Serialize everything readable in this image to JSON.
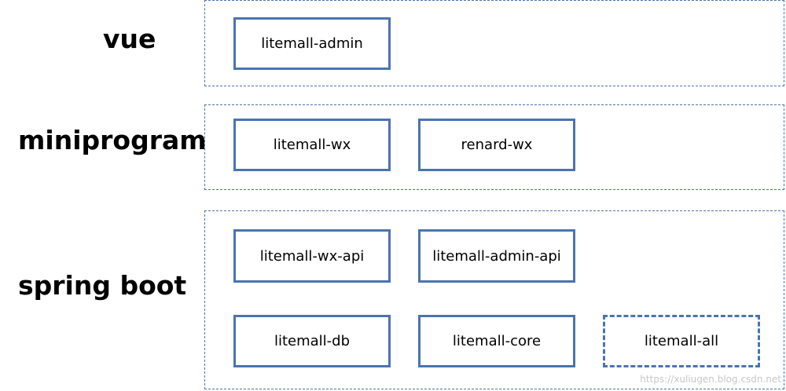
{
  "layers": {
    "vue": {
      "label": "vue",
      "modules": [
        "litemall-admin"
      ]
    },
    "miniprogram": {
      "label": "miniprogram",
      "modules": [
        "litemall-wx",
        "renard-wx"
      ]
    },
    "springboot": {
      "label": "spring boot",
      "modules": [
        "litemall-wx-api",
        "litemall-admin-api",
        "litemall-db",
        "litemall-core",
        "litemall-all"
      ]
    }
  },
  "colors": {
    "module_border": "#4a74b0",
    "layer_border": "#4a74b0"
  },
  "watermark": "https://xuliugen.blog.csdn.net"
}
